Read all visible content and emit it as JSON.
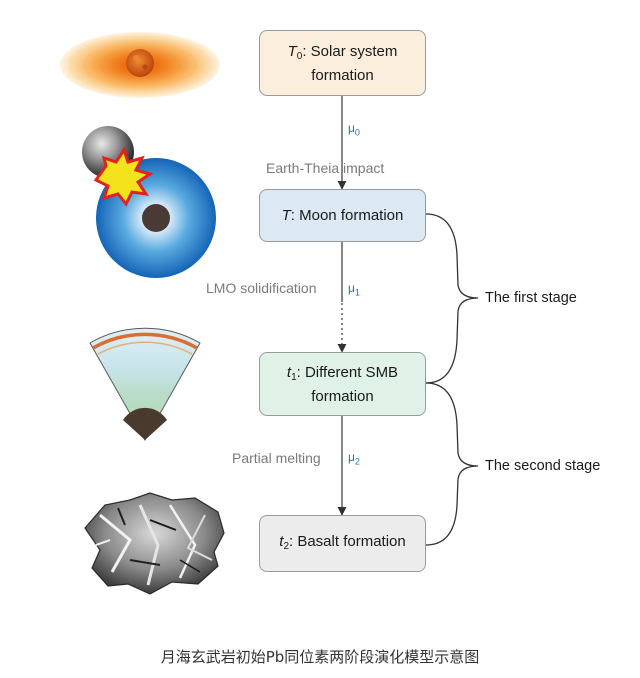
{
  "boxes": [
    {
      "symbol": "T",
      "sub": "0",
      "line1": ": Solar system",
      "line2": "formation",
      "fill": "#fbeedd"
    },
    {
      "symbol": "T",
      "sub": "",
      "line1": ": Moon formation",
      "line2": "",
      "fill": "#dce8f4"
    },
    {
      "symbol": "t",
      "sub": "1",
      "line1": ": Different SMB",
      "line2": "formation",
      "fill": "#e0f1e8"
    },
    {
      "symbol": "t",
      "sub": "2",
      "line1": ": Basalt formation",
      "line2": "",
      "fill": "#ececec"
    }
  ],
  "arrows": [
    {
      "mu": "μ",
      "mu_sub": "0",
      "process": "Earth-Theia impact"
    },
    {
      "mu": "μ",
      "mu_sub": "1",
      "process": "LMO solidification"
    },
    {
      "mu": "μ",
      "mu_sub": "2",
      "process": "Partial melting"
    }
  ],
  "stages": {
    "first": "The first stage",
    "second": "The second stage"
  },
  "caption": "月海玄武岩初始Pb同位素两阶段演化模型示意图",
  "colors": {
    "mu_blue": "#1e73be",
    "connector": "#444444",
    "box_border": "#9a9a9a"
  },
  "icons": [
    "solar-nebula-icon",
    "giant-impact-icon",
    "crust-mantle-wedge-icon",
    "basalt-rock-icon"
  ]
}
